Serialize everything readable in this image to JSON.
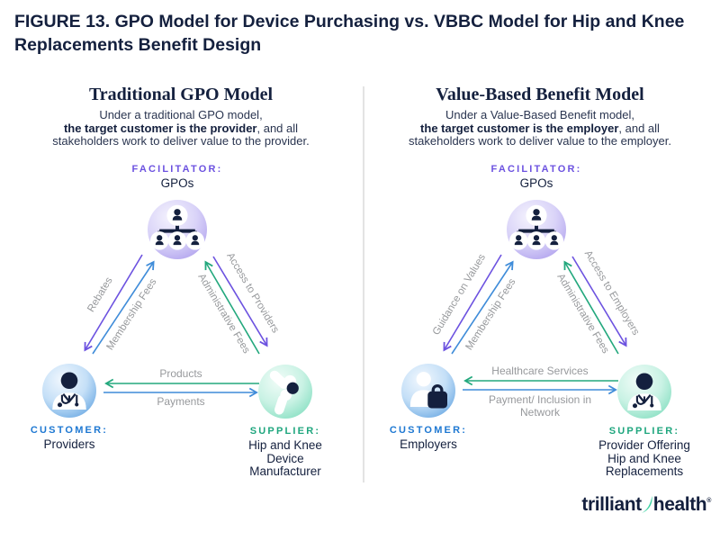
{
  "title": {
    "line1": "FIGURE 13. GPO Model for Device Purchasing vs. VBBC Model for Hip and Knee",
    "line2": "Replacements Benefit Design"
  },
  "colors": {
    "navy": "#14203E",
    "purple": "#6C52E0",
    "blue": "#3F8CD9",
    "green": "#23A87D",
    "label_gray": "#97999C",
    "customer_blue": "#1E78D2",
    "supplier_green": "#1FA67E",
    "facilitator_purple": "#6C52E0"
  },
  "panels": [
    {
      "title": "Traditional GPO Model",
      "subtitle_line1": "Under a traditional GPO model,",
      "subtitle_line2_bold": "the target customer is the provider",
      "subtitle_line2_rest": ", and all",
      "subtitle_line3": "stakeholders work to deliver value to the provider.",
      "facilitator_label": "FACILITATOR:",
      "facilitator_name": "GPOs",
      "facilitator_icon": "org-chart-icon",
      "arrow_left_down": "Rebates",
      "arrow_left_up": "Membership Fees",
      "arrow_right_down": "Access to Providers",
      "arrow_right_up": "Administrative Fees",
      "arrow_mid_top": "Products",
      "arrow_mid_bottom": "Payments",
      "customer_label": "CUSTOMER:",
      "customer_name": "Providers",
      "customer_icon": "doctor-icon",
      "supplier_label": "SUPPLIER:",
      "supplier_name": "Hip and Knee Device Manufacturer",
      "supplier_icon": "hip-knee-joint-icon"
    },
    {
      "title": "Value-Based Benefit Model",
      "subtitle_line1": "Under a Value-Based Benefit model,",
      "subtitle_line2_bold": "the target customer is the employer",
      "subtitle_line2_rest": ", and all",
      "subtitle_line3": "stakeholders work to deliver value to the employer.",
      "facilitator_label": "FACILITATOR:",
      "facilitator_name": "GPOs",
      "facilitator_icon": "org-chart-icon",
      "arrow_left_down": "Guidance on Values",
      "arrow_left_up": "Membership Fees",
      "arrow_right_down": "Access to Employers",
      "arrow_right_up": "Administrative Fees",
      "arrow_mid_top": "Healthcare Services",
      "arrow_mid_bottom": "Payment/ Inclusion in Network",
      "customer_label": "CUSTOMER:",
      "customer_name": "Employers",
      "customer_icon": "person-briefcase-icon",
      "supplier_label": "SUPPLIER:",
      "supplier_name": "Provider Offering Hip and Knee Replacements",
      "supplier_icon": "doctor-icon"
    }
  ],
  "logo": {
    "word1": "trilliant",
    "word2": "health",
    "mark": "®"
  }
}
